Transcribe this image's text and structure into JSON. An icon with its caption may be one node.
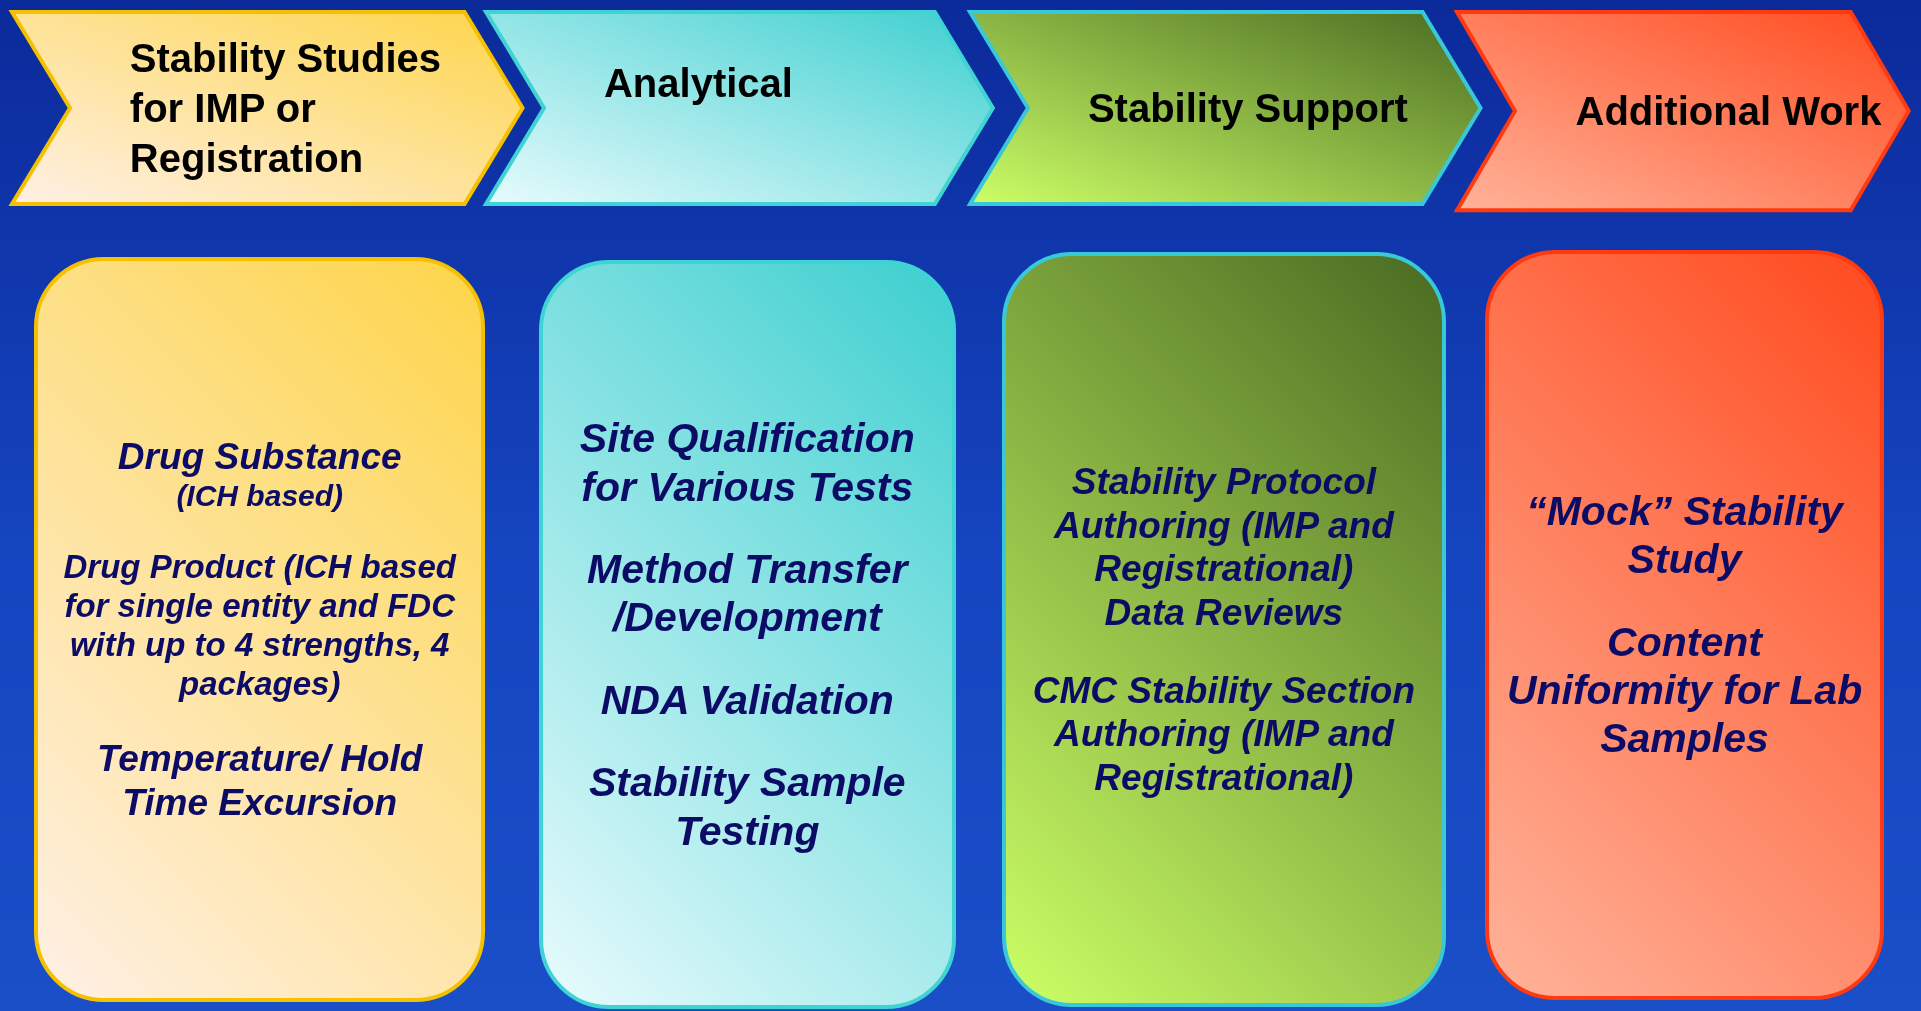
{
  "diagram": {
    "nodes": [
      {
        "text": [
          "Stability Studies for IMP or Registration"
        ]
      },
      {
        "text": [
          "Analytical"
        ]
      },
      {
        "text": [
          "Stability Support"
        ]
      },
      {
        "text": [
          "Additional Work"
        ]
      },
      {
        "text": [
          "Drug Substance",
          "(ICH based)",
          "Drug Product (ICH based for single entity and FDC with up to 4 strengths, 4 packages)",
          "Temperature/ Hold Time Excursion"
        ]
      },
      {
        "text": [
          "Site Qualification for Various Tests",
          "Method Transfer /Development",
          "NDA Validation",
          "Stability Sample Testing"
        ]
      },
      {
        "text": [
          "Stability Protocol Authoring (IMP and Registrational)",
          "Data Reviews",
          "CMC Stability Section Authoring (IMP and Registrational)"
        ]
      },
      {
        "text": [
          "“Mock” Stability Study",
          "Content Uniformity for Lab Samples"
        ]
      }
    ]
  }
}
